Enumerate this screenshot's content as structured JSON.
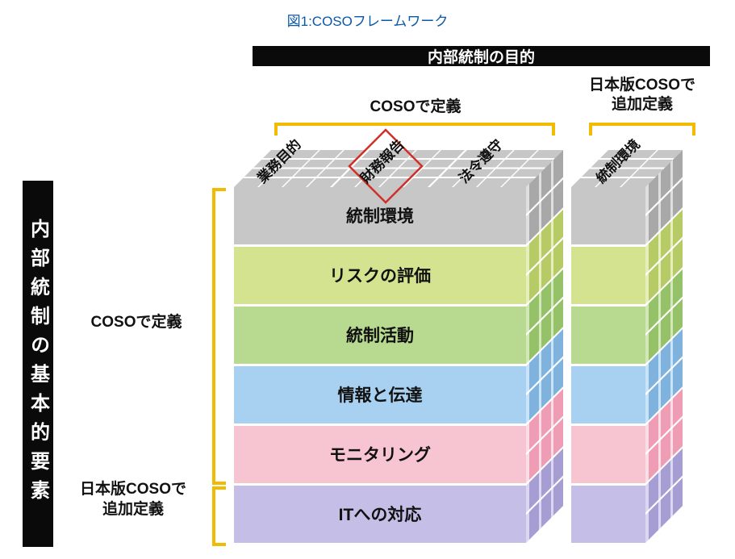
{
  "figure_title": "図1:COSOフレームワーク",
  "colors": {
    "figure_title": "#0a58a8",
    "bracket": "#f0bb00",
    "highlight_outline": "#cf3028",
    "header_bg": "#0a0a0a",
    "header_fg": "#ffffff"
  },
  "header": {
    "label": "内部統制の目的"
  },
  "top_axis": {
    "coso_label": "COSOで定義",
    "jcoso_line1": "日本版COSOで",
    "jcoso_line2": "追加定義",
    "objectives": [
      {
        "label": "業務目的",
        "highlighted": false
      },
      {
        "label": "財務報告",
        "highlighted": true
      },
      {
        "label": "法令遵守",
        "highlighted": false
      }
    ],
    "extra_objective": {
      "label": "統制環境"
    }
  },
  "left_axis": {
    "title": "内部統制の基本的要素",
    "coso_label": "COSOで定義",
    "jcoso_line1": "日本版COSOで",
    "jcoso_line2": "追加定義"
  },
  "components": [
    {
      "label": "統制環境",
      "face": "#c7c7c7",
      "light": "#dfdfdf",
      "dark": "#a8a8a8"
    },
    {
      "label": "リスクの評価",
      "face": "#d4e390",
      "light": "#e6efbb",
      "dark": "#b6ca66"
    },
    {
      "label": "統制活動",
      "face": "#b7d990",
      "light": "#d3e8b8",
      "dark": "#95c168"
    },
    {
      "label": "情報と伝達",
      "face": "#a8d0f0",
      "light": "#c9e3f8",
      "dark": "#7fb2dc"
    },
    {
      "label": "モニタリング",
      "face": "#f7c5d2",
      "light": "#fadee6",
      "dark": "#ee9db4"
    },
    {
      "label": "ITへの対応",
      "face": "#c5bee6",
      "light": "#dcd7f1",
      "dark": "#a69dd2"
    }
  ]
}
